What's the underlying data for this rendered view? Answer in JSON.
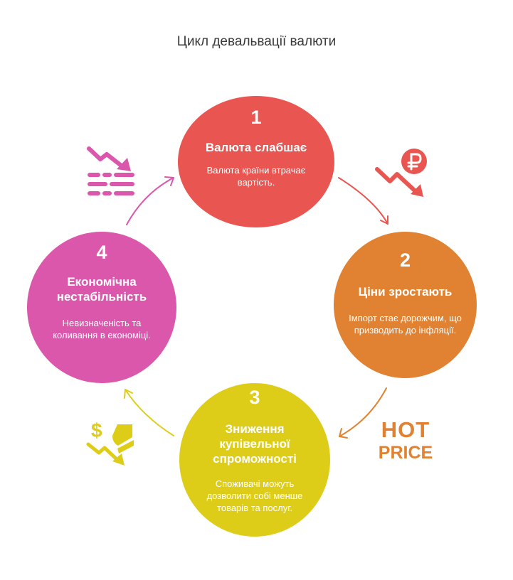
{
  "title": "Цикл девальвації валюти",
  "steps": [
    {
      "number": "1",
      "heading": "Валюта слабшає",
      "description": "Валюта країни втрачає вартість.",
      "color": "#e95550",
      "icon": "devaluation-chart-icon"
    },
    {
      "number": "2",
      "heading": "Ціни зростають",
      "description": "Імпорт стає дорожчим, що призводить до інфляції.",
      "color": "#e08231",
      "icon": "hot-price-icon"
    },
    {
      "number": "3",
      "heading": "Зниження купівельної спроможності",
      "description": "Споживачі можуть дозволити собі менше товарів та послуг.",
      "color": "#decd18",
      "icon": "money-decline-icon"
    },
    {
      "number": "4",
      "heading": "Економічна нестабільність",
      "description": "Невизначеність та коливання в економіці.",
      "color": "#db57ac",
      "icon": "declining-trend-icon"
    }
  ],
  "icon_labels": {
    "hot": "HOT",
    "price": "PRICE"
  }
}
